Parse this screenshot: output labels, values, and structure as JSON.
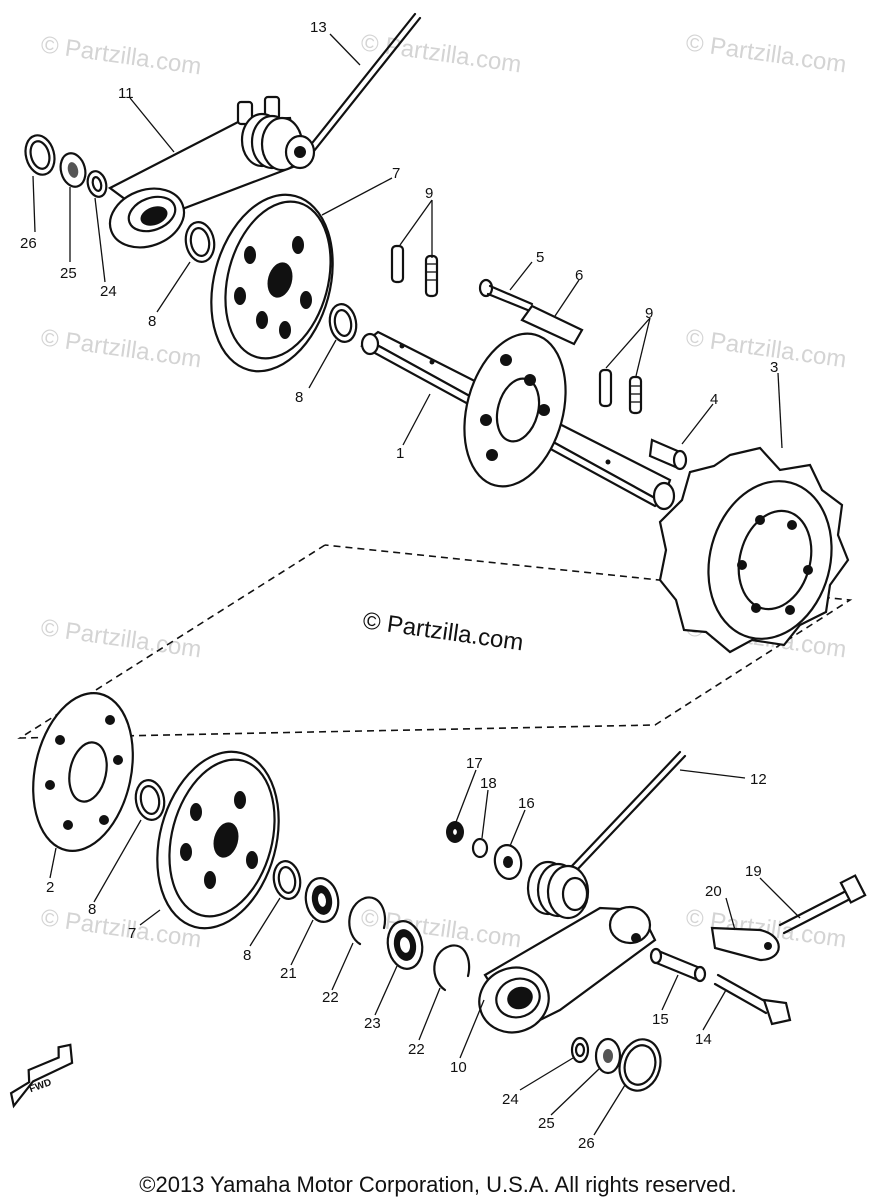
{
  "watermark": "© Partzilla.com",
  "center_watermark": "© Partzilla.com",
  "copyright": "©2013 Yamaha Motor Corporation, U.S.A. All rights reserved.",
  "direction_label": "FWD",
  "callouts": [
    {
      "id": "c13a",
      "text": "13"
    },
    {
      "id": "c11",
      "text": "11"
    },
    {
      "id": "c26a",
      "text": "26"
    },
    {
      "id": "c25a",
      "text": "25"
    },
    {
      "id": "c24a",
      "text": "24"
    },
    {
      "id": "c8a",
      "text": "8"
    },
    {
      "id": "c7a",
      "text": "7"
    },
    {
      "id": "c9a",
      "text": "9"
    },
    {
      "id": "c5",
      "text": "5"
    },
    {
      "id": "c6",
      "text": "6"
    },
    {
      "id": "c8b",
      "text": "8"
    },
    {
      "id": "c9b",
      "text": "9"
    },
    {
      "id": "c3",
      "text": "3"
    },
    {
      "id": "c4",
      "text": "4"
    },
    {
      "id": "c1",
      "text": "1"
    },
    {
      "id": "c2",
      "text": "2"
    },
    {
      "id": "c8c",
      "text": "8"
    },
    {
      "id": "c7b",
      "text": "7"
    },
    {
      "id": "c8d",
      "text": "8"
    },
    {
      "id": "c21",
      "text": "21"
    },
    {
      "id": "c22a",
      "text": "22"
    },
    {
      "id": "c23",
      "text": "23"
    },
    {
      "id": "c22b",
      "text": "22"
    },
    {
      "id": "c10",
      "text": "10"
    },
    {
      "id": "c17",
      "text": "17"
    },
    {
      "id": "c18",
      "text": "18"
    },
    {
      "id": "c16",
      "text": "16"
    },
    {
      "id": "c12",
      "text": "12"
    },
    {
      "id": "c19",
      "text": "19"
    },
    {
      "id": "c20",
      "text": "20"
    },
    {
      "id": "c15",
      "text": "15"
    },
    {
      "id": "c14",
      "text": "14"
    },
    {
      "id": "c24b",
      "text": "24"
    },
    {
      "id": "c25b",
      "text": "25"
    },
    {
      "id": "c26b",
      "text": "26"
    }
  ]
}
